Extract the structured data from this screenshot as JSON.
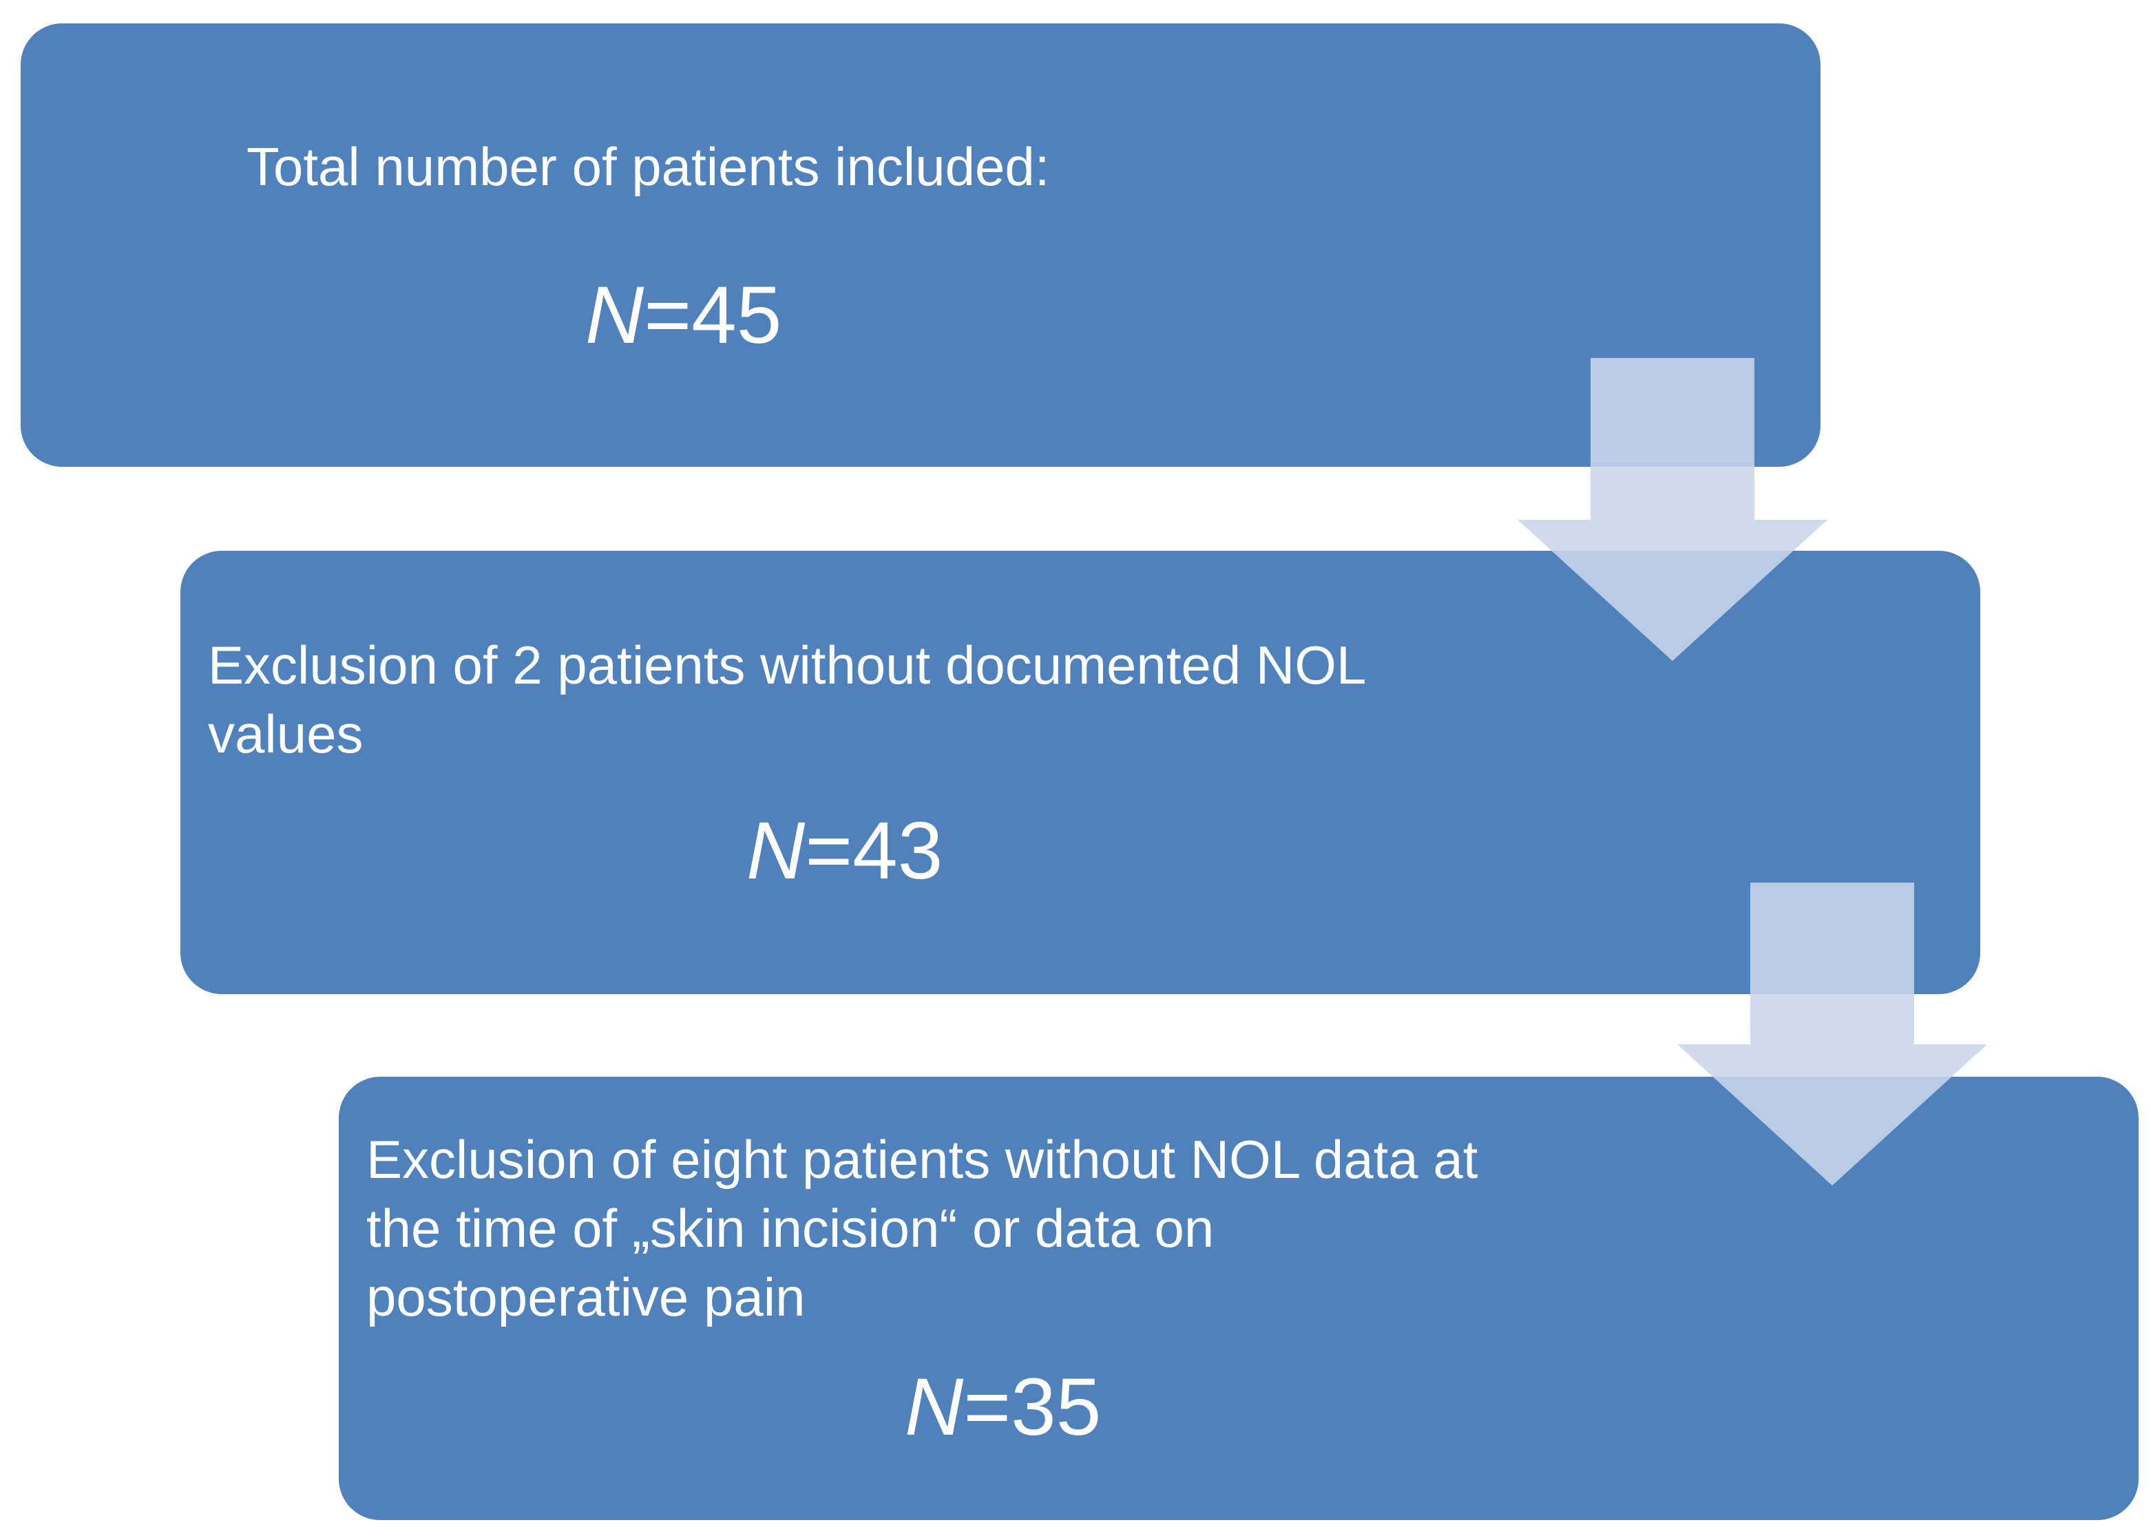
{
  "flow": {
    "steps": [
      {
        "text": "Total number of patients included:",
        "n_var": "N",
        "n_eq": "=45"
      },
      {
        "text": "Exclusion of 2 patients without documented NOL\nvalues",
        "n_var": "N",
        "n_eq": "=43"
      },
      {
        "text": "Exclusion of eight patients without NOL data at\nthe time of „skin incision“ or data on\npostoperative pain",
        "n_var": "N",
        "n_eq": "=35"
      }
    ]
  },
  "colors": {
    "box_fill": "#4f81bd",
    "box_text": "#ffffff",
    "arrow_fill": "#c9d6ea"
  }
}
